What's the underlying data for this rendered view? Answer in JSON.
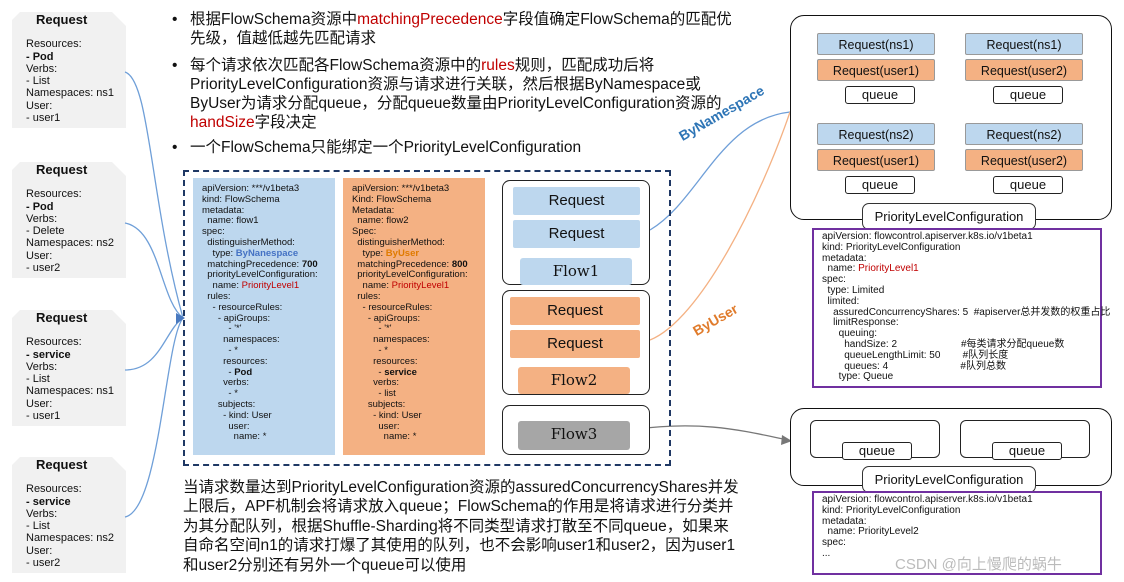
{
  "requests": [
    {
      "title": "Request",
      "l1": "Resources:",
      "res": "- Pod",
      "l3": "Verbs:",
      "verb": "- List",
      "ns": "Namespaces: ns1",
      "l6": "User:",
      "user": "- user1"
    },
    {
      "title": "Request",
      "l1": "Resources:",
      "res": "- Pod",
      "l3": "Verbs:",
      "verb": "- Delete",
      "ns": "Namespaces: ns2",
      "l6": "User:",
      "user": "- user2"
    },
    {
      "title": "Request",
      "l1": "Resources:",
      "res": "- service",
      "l3": "Verbs:",
      "verb": "- List",
      "ns": "Namespaces: ns1",
      "l6": "User:",
      "user": "- user1"
    },
    {
      "title": "Request",
      "l1": "Resources:",
      "res": "- service",
      "l3": "Verbs:",
      "verb": "- List",
      "ns": "Namespaces: ns2",
      "l6": "User:",
      "user": "- user2"
    }
  ],
  "bullets": {
    "b1a": "根据FlowSchema资源中",
    "b1b": "matchingPrecedence",
    "b1c": "字段值确定FlowSchema的匹配优先级，值越低越先匹配请求",
    "b2a": "每个请求依次匹配各FlowSchema资源中的",
    "b2b": "rules",
    "b2c": "规则，匹配成功后将PriorityLevelConfiguration资源与请求进行关联，然后根据ByNamespace或ByUser为请求分配queue，分配queue数量由PriorityLevelConfiguration资源的",
    "b2d": "handSize",
    "b2e": "字段决定",
    "b3": "一个FlowSchema只能绑定一个PriorityLevelConfiguration"
  },
  "flow1_yaml": {
    "a": "apiVersion: ***/v1beta3\nkind: FlowSchema\nmetadata:\n  name: flow1\nspec:\n  distinguisherMethod:\n    type: ",
    "type": "ByNanespace",
    "b": "\n  matchingPrecedence: ",
    "prec": "700",
    "c": "\n  priorityLevelConfiguration:\n    name: ",
    "plc": "PriorityLevel1",
    "d": "\n  rules:\n    - resourceRules:\n      - apiGroups:\n          - '*'\n        namespaces:\n          - *\n        resources:\n          - ",
    "res": "Pod",
    "e": "\n        verbs:\n          - *\n      subjects:\n        - kind: User\n          user:\n            name: *"
  },
  "flow2_yaml": {
    "a": "apiVersion: ***/v1beta3\nKind: FlowSchema\nMetadata:\n  name: flow2\nSpec:\n  distinguisherMethod:\n    type: ",
    "type": "ByUser",
    "b": "\n  matchingPrecedence: ",
    "prec": "800",
    "c": "\n  priorityLevelConfiguration:\n    name: ",
    "plc": "PriorityLevel1",
    "d": "\n  rules:\n    - resourceRules:\n      - apiGroups:\n          - '*'\n        namespaces:\n          - *\n        resources:\n          - ",
    "res": "service",
    "e": "\n        verbs:\n          - list\n      subjects:\n        - kind: User\n          user:\n            name: *"
  },
  "flows": {
    "request": "Request",
    "flow1": "Flow1",
    "flow2": "Flow2",
    "flow3": "Flow3"
  },
  "arrows": {
    "by_namespace": "ByNamespace",
    "by_user": "ByUser"
  },
  "queues_top": [
    {
      "r1": "Request(ns1)",
      "r2": "Request(user1)",
      "q": "queue"
    },
    {
      "r1": "Request(ns1)",
      "r2": "Request(user2)",
      "q": "queue"
    },
    {
      "r1": "Request(ns2)",
      "r2": "Request(user1)",
      "q": "queue"
    },
    {
      "r1": "Request(ns2)",
      "r2": "Request(user2)",
      "q": "queue"
    }
  ],
  "plc_label": "PriorityLevelConfiguration",
  "plc1_yaml": {
    "a": "apiVersion: flowcontrol.apiserver.k8s.io/v1beta1\nkind: PriorityLevelConfiguration\nmetadata:\n  name: ",
    "name": "PriorityLevel1",
    "b": "\nspec:\n  type: Limited\n  limited:\n    assuredConcurrencyShares: 5  #apiserver总并发数的权重占比\n    limitResponse:\n      queuing:\n        handSize: 2                       #每类请求分配queue数\n        queueLengthLimit: 50        #队列长度\n        queues: 4                          #队列总数\n      type: Queue"
  },
  "queues_bottom": [
    "queue",
    "queue"
  ],
  "plc2_yaml": "apiVersion: flowcontrol.apiserver.k8s.io/v1beta1\nkind: PriorityLevelConfiguration\nmetadata:\n  name: PriorityLevel2\nspec:\n...",
  "bottom_text": "当请求数量达到PriorityLevelConfiguration资源的assuredConcurrencyShares并发上限后，APF机制会将请求放入queue；FlowSchema的作用是将请求进行分类并为其分配队列，根据Shuffle-Sharding将不同类型请求打散至不同queue，如果来自命名空间n1的请求打爆了其使用的队列，也不会影响user1和user2，因为user1和user2分别还有另外一个queue可以使用",
  "watermark": "CSDN @向上慢爬的蜗牛",
  "colors": {
    "blue_box": "#bdd7ee",
    "orange_box": "#f4b183",
    "red": "#c00000",
    "purple": "#7030a0",
    "navy": "#1f3864"
  }
}
